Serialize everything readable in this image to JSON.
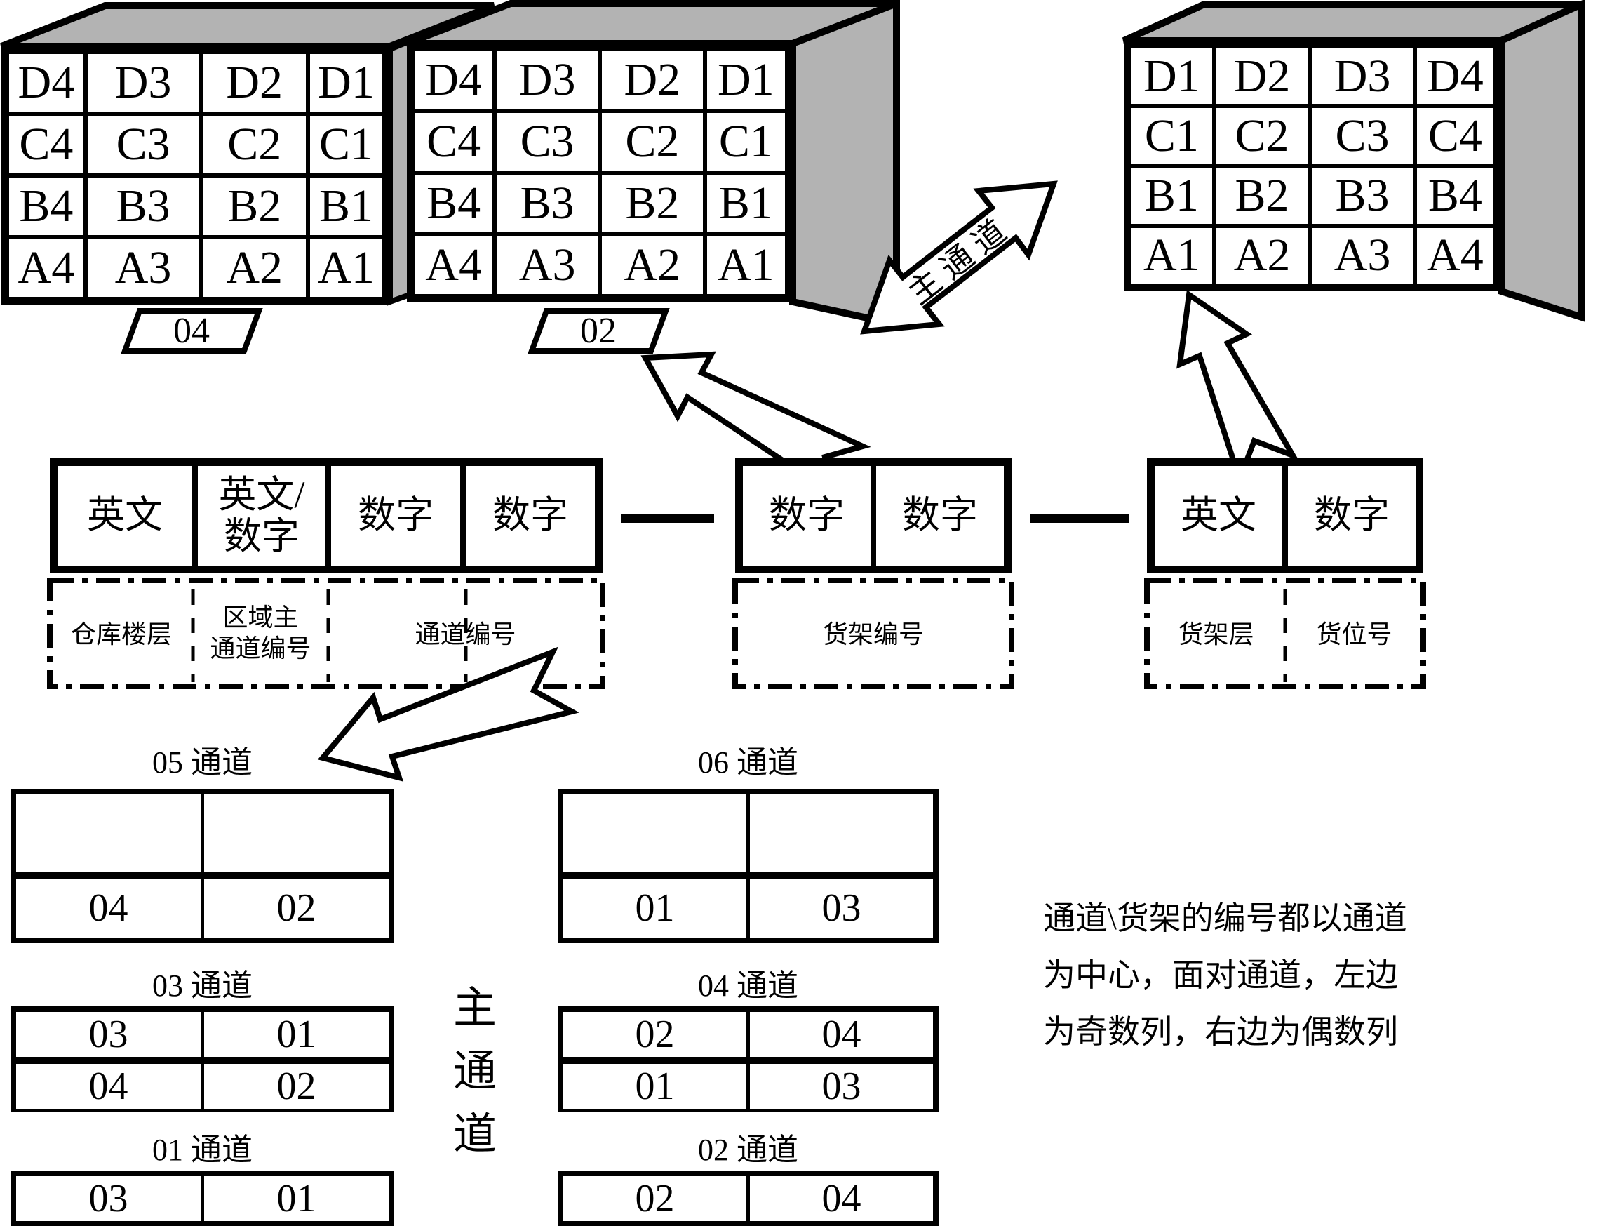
{
  "colors": {
    "side_gray": "#b3b3b3",
    "line": "#000000",
    "paper": "#ffffff"
  },
  "shelves": [
    {
      "plate": "04",
      "cells": [
        "D4",
        "D3",
        "D2",
        "D1",
        "C4",
        "C3",
        "C2",
        "C1",
        "B4",
        "B3",
        "B2",
        "B1",
        "A4",
        "A3",
        "A2",
        "A1"
      ]
    },
    {
      "plate": "02",
      "cells": [
        "D4",
        "D3",
        "D2",
        "D1",
        "C4",
        "C3",
        "C2",
        "C1",
        "B4",
        "B3",
        "B2",
        "B1",
        "A4",
        "A3",
        "A2",
        "A1"
      ]
    },
    {
      "cells": [
        "D1",
        "D2",
        "D3",
        "D4",
        "C1",
        "C2",
        "C3",
        "C4",
        "B1",
        "B2",
        "B3",
        "B4",
        "A1",
        "A2",
        "A3",
        "A4"
      ]
    }
  ],
  "arrow": {
    "main_aisle": "主通道"
  },
  "main_aisle_vertical": "主通道",
  "format": {
    "left": {
      "c1": "英文",
      "c2a": "英文/",
      "c2b": "数字",
      "c3": "数字",
      "c4": "数字",
      "n1": "仓库楼层",
      "n2a": "区域主",
      "n2b": "通道编号",
      "n3": "通道编号"
    },
    "mid": {
      "c1": "数字",
      "c2": "数字",
      "n": "货架编号"
    },
    "right": {
      "c1": "英文",
      "c2": "数字",
      "n1": "货架层",
      "n2": "货位号"
    }
  },
  "aisles": {
    "a05": {
      "title": "05 通道",
      "bottom": [
        "04",
        "02"
      ]
    },
    "a06": {
      "title": "06 通道",
      "bottom": [
        "01",
        "03"
      ]
    },
    "a03": {
      "title": "03 通道",
      "rows": [
        [
          "03",
          "01"
        ],
        [
          "04",
          "02"
        ]
      ]
    },
    "a04": {
      "title": "04 通道",
      "rows": [
        [
          "02",
          "04"
        ],
        [
          "01",
          "03"
        ]
      ]
    },
    "a01": {
      "title": "01 通道",
      "row": [
        "03",
        "01"
      ]
    },
    "a02": {
      "title": "02 通道",
      "row": [
        "02",
        "04"
      ]
    }
  },
  "note": {
    "lines": [
      "通道\\货架的编号都以通道",
      "为中心，面对通道，左边",
      "为奇数列，右边为偶数列"
    ]
  }
}
